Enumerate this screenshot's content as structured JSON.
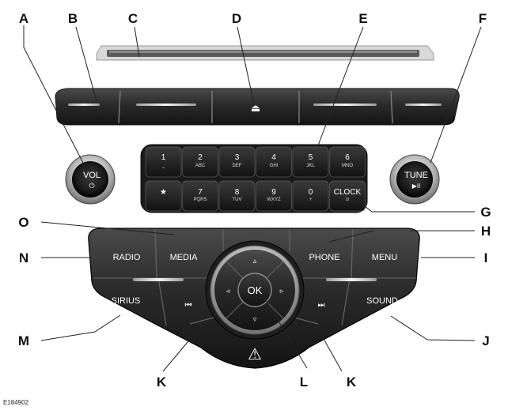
{
  "callouts": {
    "A": "A",
    "B": "B",
    "C": "C",
    "D": "D",
    "E": "E",
    "F": "F",
    "G": "G",
    "H": "H",
    "I": "I",
    "J": "J",
    "K": "K",
    "L": "L",
    "M": "M",
    "N": "N",
    "O": "O"
  },
  "knobs": {
    "volume": {
      "label": "VOL",
      "symbol": "⏻"
    },
    "tune": {
      "label": "TUNE",
      "symbol": "▶II"
    }
  },
  "keypad": {
    "row1": [
      {
        "digit": "1",
        "sub": "⎵"
      },
      {
        "digit": "2",
        "sub": "ABC"
      },
      {
        "digit": "3",
        "sub": "DEF"
      },
      {
        "digit": "4",
        "sub": "GHI"
      },
      {
        "digit": "5",
        "sub": "JKL"
      },
      {
        "digit": "6",
        "sub": "MNO"
      }
    ],
    "row2": [
      {
        "digit": "★",
        "sub": ""
      },
      {
        "digit": "7",
        "sub": "PQRS"
      },
      {
        "digit": "8",
        "sub": "TUV"
      },
      {
        "digit": "9",
        "sub": "WXYZ"
      },
      {
        "digit": "0",
        "sub": "+"
      },
      {
        "digit": "CLOCK",
        "sub": "⊙"
      }
    ]
  },
  "buttons": {
    "radio": "RADIO",
    "media": "MEDIA",
    "phone": "PHONE",
    "menu": "MENU",
    "sirius": "SIRIUS",
    "sound": "SOUND",
    "ok": "OK",
    "seek_back": "⏮",
    "seek_forward": "⏭",
    "eject": "⏏",
    "hazard": "⚠"
  },
  "figure_id": "E184902"
}
